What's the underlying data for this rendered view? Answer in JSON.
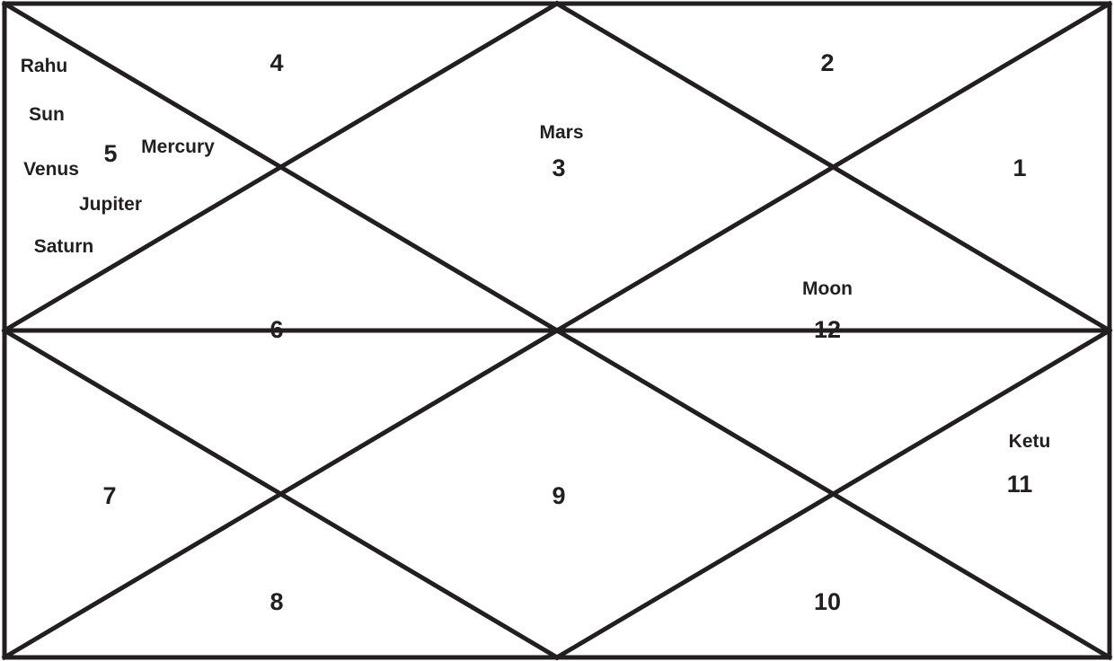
{
  "houses": {
    "h1": "1",
    "h2": "2",
    "h3": "3",
    "h4": "4",
    "h5": "5",
    "h6": "6",
    "h7": "7",
    "h8": "8",
    "h9": "9",
    "h10": "10",
    "h11": "11",
    "h12": "12"
  },
  "planets": {
    "rahu": "Rahu",
    "sun": "Sun",
    "venus": "Venus",
    "mercury": "Mercury",
    "jupiter": "Jupiter",
    "saturn": "Saturn",
    "mars": "Mars",
    "moon": "Moon",
    "ketu": "Ketu"
  },
  "colors": {
    "line": "#231f20",
    "text": "#231f20",
    "background": "#ffffff"
  }
}
